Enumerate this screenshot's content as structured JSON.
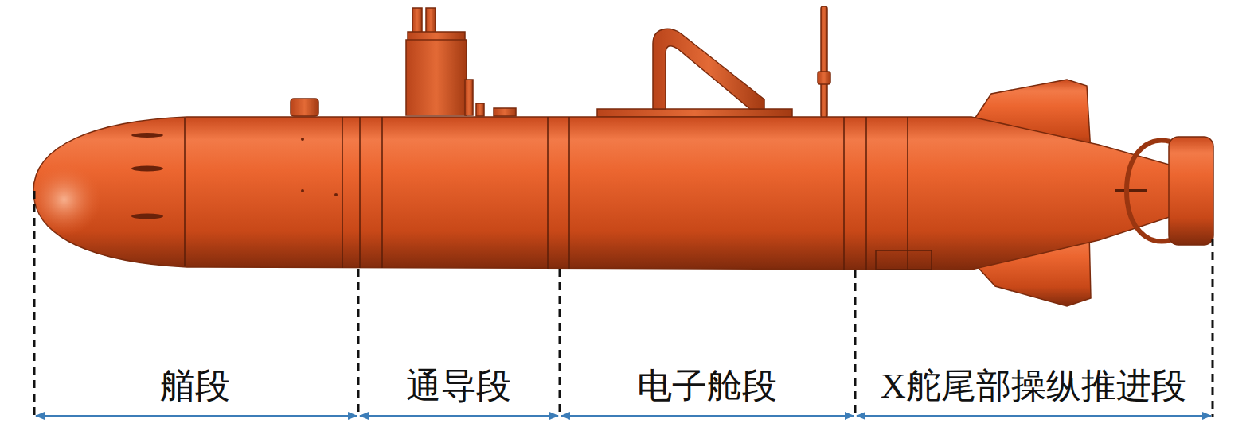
{
  "diagram": {
    "labels": [
      "艏段",
      "通导段",
      "电子舱段",
      "X舵尾部操纵推进段"
    ]
  }
}
